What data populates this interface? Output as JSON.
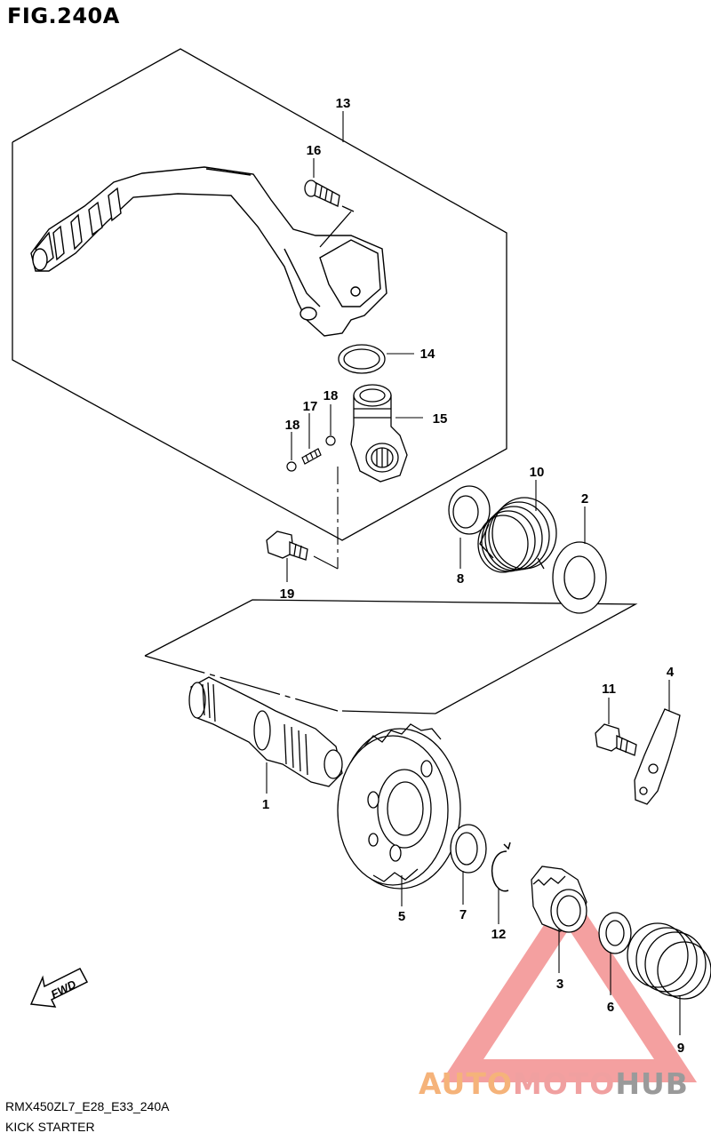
{
  "figure": {
    "title": "FIG.240A",
    "code": "RMX450ZL7_E28_E33_240A",
    "name": "KICK STARTER"
  },
  "watermark": {
    "part1": "AUTO",
    "part2": "MOTO",
    "part3": "HUB",
    "color_triangle": "#f08080",
    "color_auto": "#f5b37a",
    "color_moto": "#f0a0a0",
    "color_hub": "#9a9a9a"
  },
  "fwd_label": "FWD",
  "callouts": {
    "c1": "1",
    "c2": "2",
    "c3": "3",
    "c4": "4",
    "c5": "5",
    "c6": "6",
    "c7": "7",
    "c8": "8",
    "c9": "9",
    "c10": "10",
    "c11": "11",
    "c12": "12",
    "c13": "13",
    "c14": "14",
    "c15": "15",
    "c16": "16",
    "c17": "17",
    "c18a": "18",
    "c18b": "18",
    "c19": "19"
  }
}
